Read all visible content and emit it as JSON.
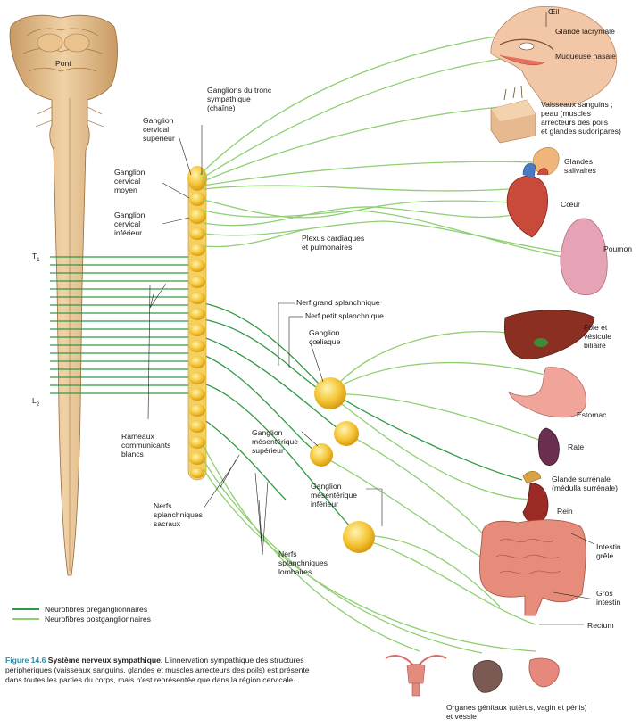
{
  "labels": {
    "pont": "Pont",
    "t1": "T",
    "t1_sub": "1",
    "l2": "L",
    "l2_sub": "2",
    "ganglions_tronc": [
      "Ganglions du tronc",
      "sympathique",
      "(chaîne)"
    ],
    "ganglion_cervical_superieur": [
      "Ganglion",
      "cervical",
      "supérieur"
    ],
    "ganglion_cervical_moyen": [
      "Ganglion",
      "cervical",
      "moyen"
    ],
    "ganglion_cervical_inferieur": [
      "Ganglion",
      "cervical",
      "inférieur"
    ],
    "plexus": [
      "Plexus cardiaques",
      "et pulmonaires"
    ],
    "nerf_grand_splanchnique": "Nerf grand splanchnique",
    "nerf_petit_splanchnique": "Nerf petit splanchnique",
    "ganglion_coeliaque": [
      "Ganglion",
      "cœliaque"
    ],
    "ganglion_mes_sup": [
      "Ganglion",
      "mésentérique",
      "supérieur"
    ],
    "ganglion_mes_inf": [
      "Ganglion",
      "mésentérique",
      "inférieur"
    ],
    "rameaux": [
      "Rameaux",
      "communicants",
      "blancs"
    ],
    "nerfs_sacraux": [
      "Nerfs",
      "splanchniques",
      "sacraux"
    ],
    "nerfs_lombaires": [
      "Nerfs",
      "splanchniques",
      "lombaires"
    ],
    "oeil": "Œil",
    "glande_lacrymale": "Glande lacrymale",
    "muqueuse_nasale": "Muqueuse nasale",
    "vaisseaux": [
      "Vaisseaux sanguins ;",
      "peau (muscles",
      "arrecteurs des poils",
      "et glandes sudoripares)"
    ],
    "glandes_salivaires": [
      "Glandes",
      "salivaires"
    ],
    "coeur": "Cœur",
    "poumon": "Poumon",
    "foie": [
      "Foie et",
      "vésicule",
      "biliaire"
    ],
    "estomac": "Estomac",
    "rate": "Rate",
    "glande_surrenale": [
      "Glande surrénale",
      "(médulla surrénale)"
    ],
    "rein": "Rein",
    "intestin_grele": [
      "Intestin",
      "grêle"
    ],
    "gros_intestin": [
      "Gros",
      "intestin"
    ],
    "rectum": "Rectum",
    "organes_genitaux": [
      "Organes génitaux (utérus, vagin et pénis)",
      "et vessie"
    ]
  },
  "legend": {
    "preganglionic": "Neurofibres préganglionnaires",
    "postganglionic": "Neurofibres postganglionnaires",
    "pre_color": "#2f9a44",
    "post_color": "#8fcf72"
  },
  "caption": {
    "number": "Figure 14.6",
    "title": "Système nerveux sympathique.",
    "text": "L'innervation sympathique des structures périphériques (vaisseaux sanguins, glandes et muscles arrecteurs des poils) est présente dans toutes les parties du corps, mais n'est représentée que dans la région cervicale."
  },
  "colors": {
    "spinal_cord": "#e3c193",
    "ganglion": "#f2c13a",
    "caption_accent": "#1e8fb0"
  }
}
